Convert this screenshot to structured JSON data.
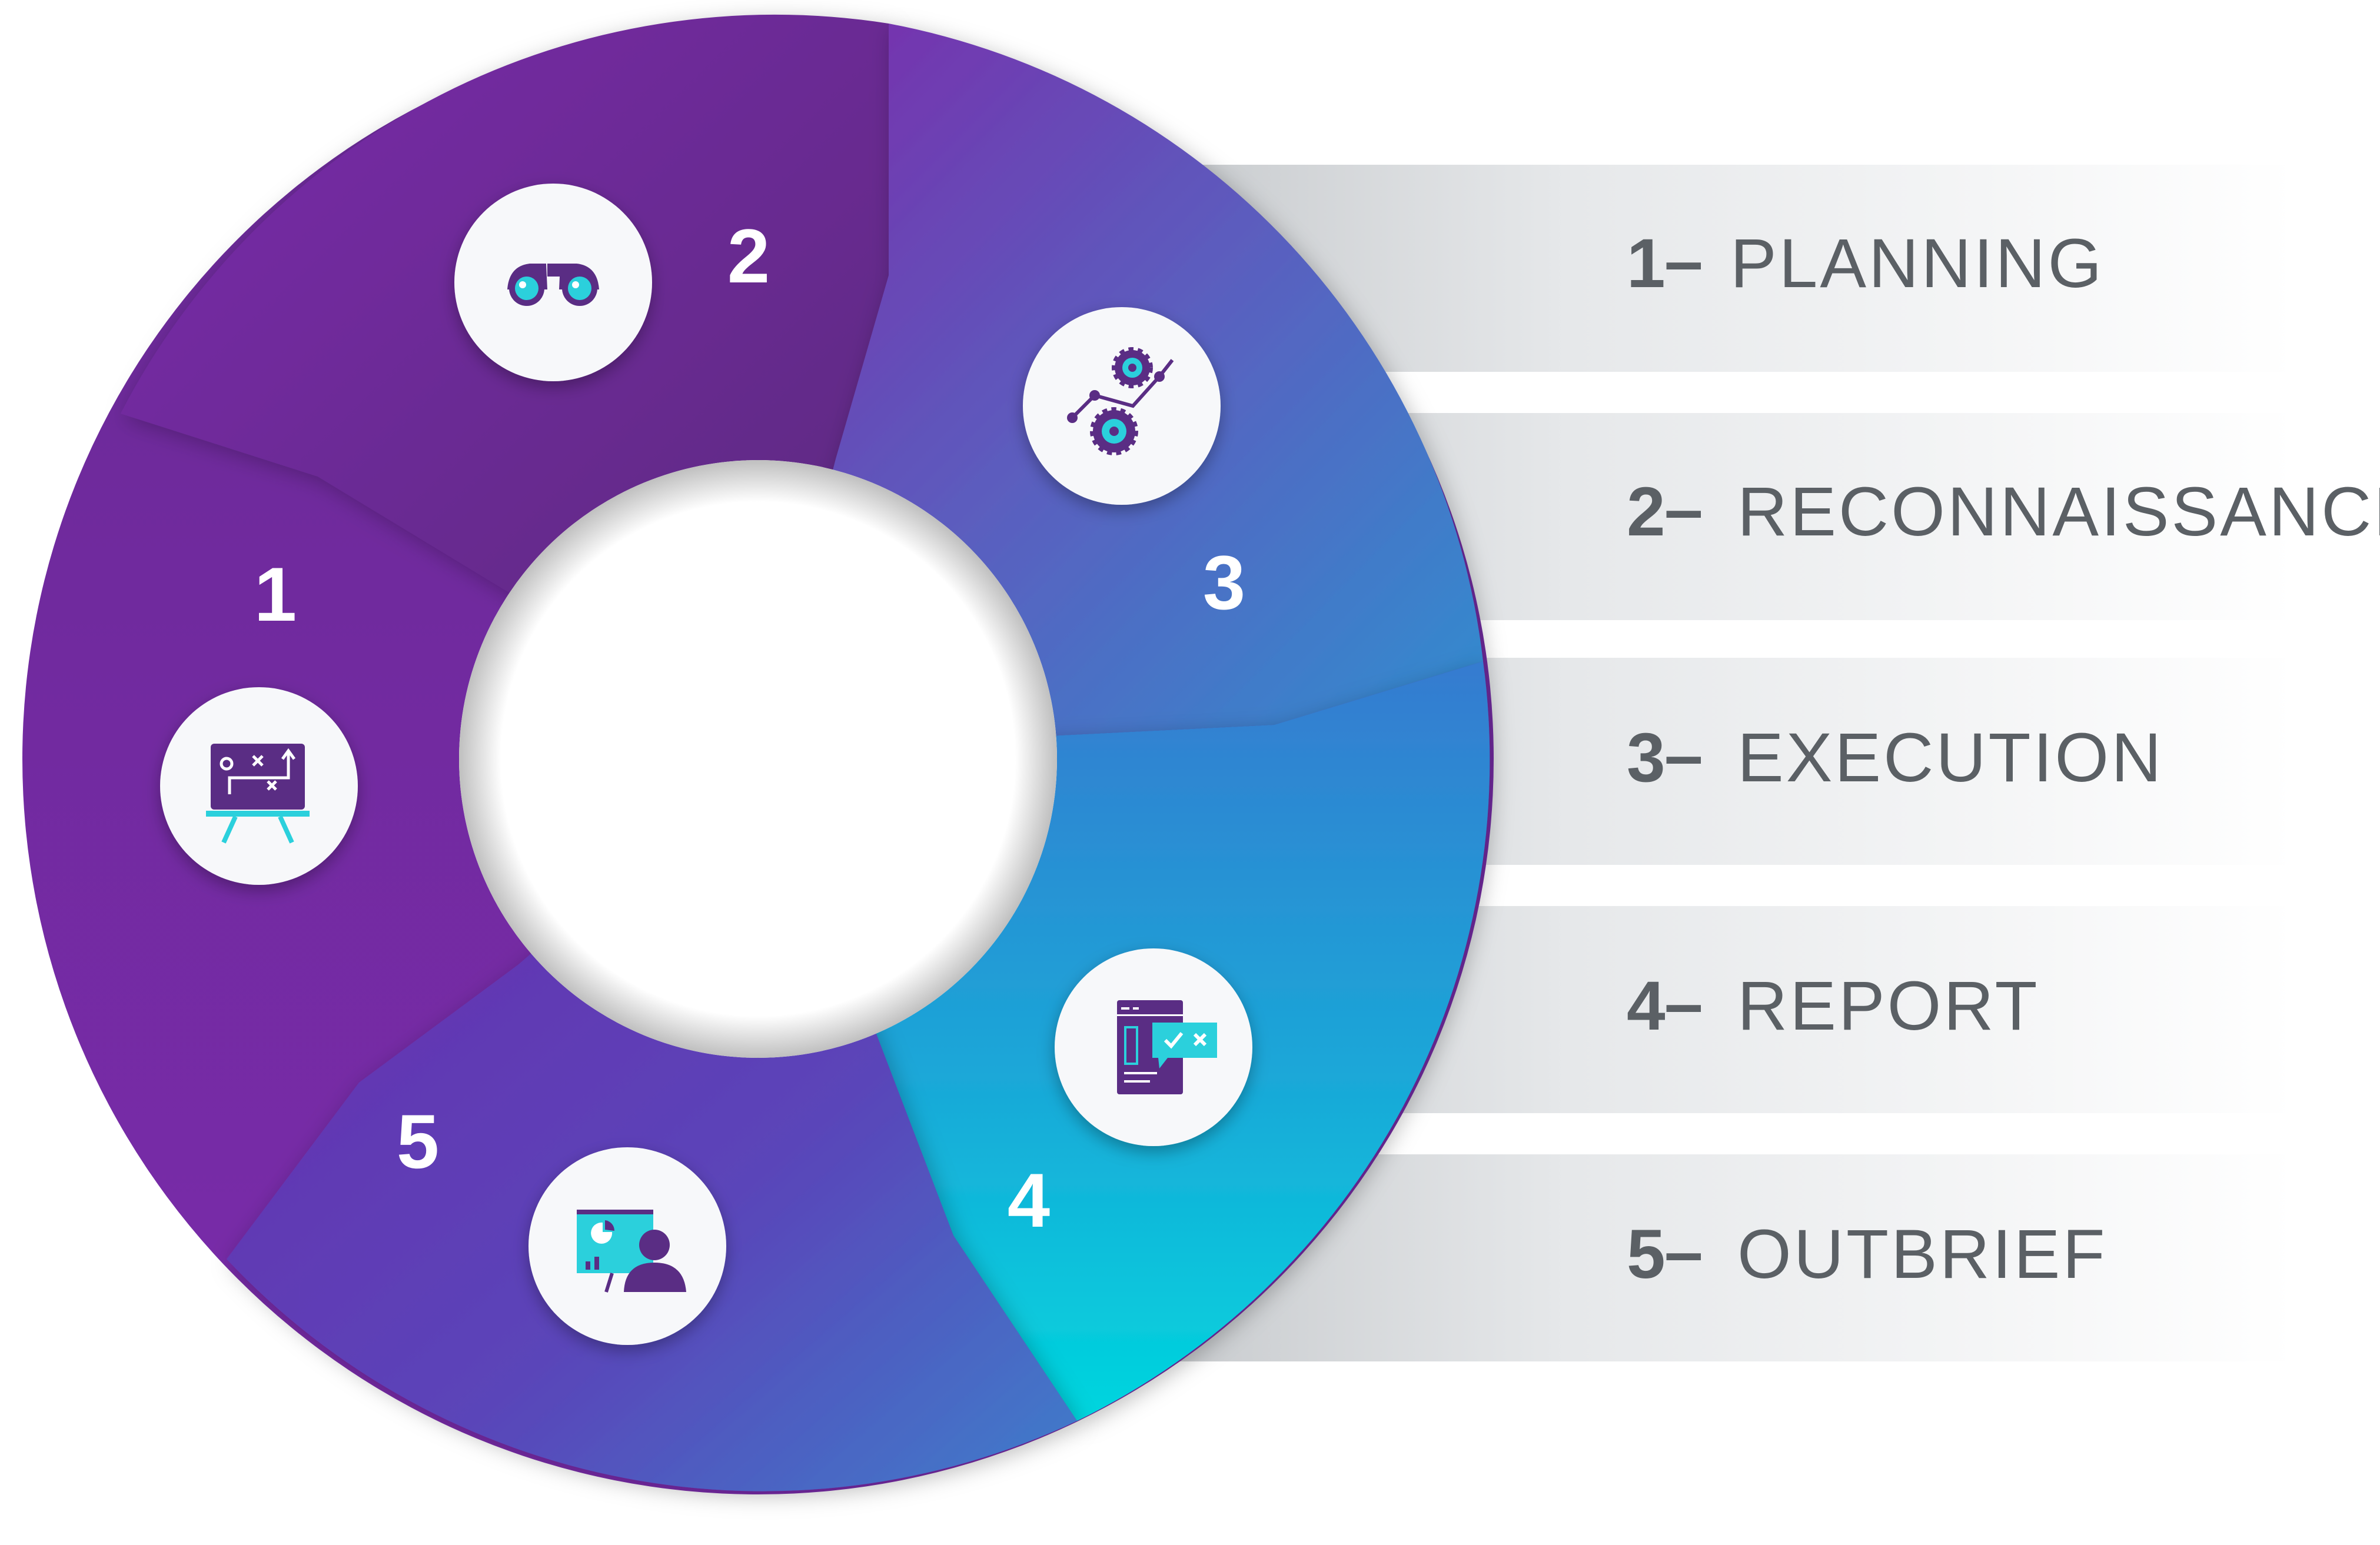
{
  "steps": [
    {
      "number": "1",
      "label": "PLANNING",
      "icon": "strategy-board-icon"
    },
    {
      "number": "2",
      "label": "RECONNAISSANCE",
      "icon": "binoculars-icon"
    },
    {
      "number": "3",
      "label": "EXECUTION",
      "icon": "gears-chart-icon"
    },
    {
      "number": "4",
      "label": "REPORT",
      "icon": "report-document-icon"
    },
    {
      "number": "5",
      "label": "OUTBRIEF",
      "icon": "presentation-icon"
    }
  ],
  "separator": "–",
  "colors": {
    "purple": "#7229a8",
    "dark_purple": "#5f2680",
    "indigo": "#5a48b8",
    "blue": "#2e86d4",
    "cyan": "#04d3dd",
    "label_text": "#5b6065",
    "band": "#e4e6e8"
  }
}
